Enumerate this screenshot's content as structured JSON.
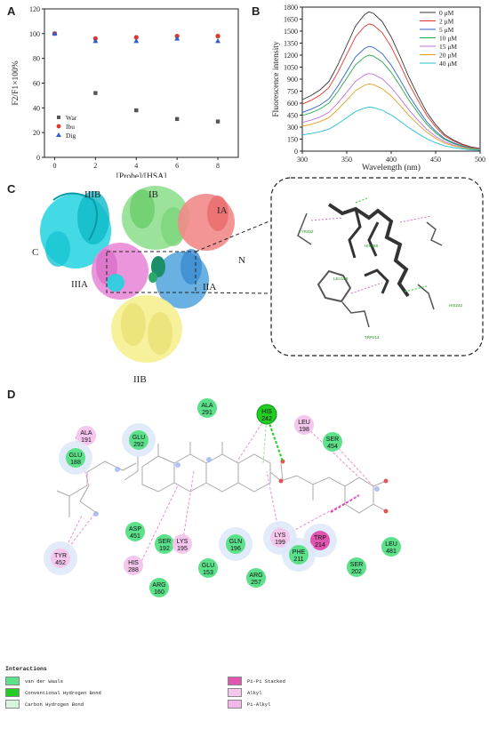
{
  "panels": {
    "a": "A",
    "b": "B",
    "c": "C",
    "d": "D"
  },
  "chart_data": [
    {
      "type": "scatter",
      "panel": "A",
      "xlabel": "[Probe]/[HSA]",
      "ylabel": "F2/F1×100%",
      "xlim": [
        -0.5,
        9
      ],
      "ylim": [
        0,
        120
      ],
      "xticks": [
        0,
        2,
        4,
        6,
        8
      ],
      "yticks": [
        0,
        20,
        40,
        60,
        80,
        100,
        120
      ],
      "legend_position": "bottom-left",
      "series": [
        {
          "name": "War",
          "color": "#555555",
          "marker": "square",
          "x": [
            0,
            2,
            4,
            6,
            8
          ],
          "y": [
            100,
            52,
            38,
            31,
            29
          ]
        },
        {
          "name": "Ibu",
          "color": "#e0362b",
          "marker": "circle",
          "x": [
            0,
            2,
            4,
            6,
            8
          ],
          "y": [
            100,
            96,
            97,
            98,
            98
          ]
        },
        {
          "name": "Dig",
          "color": "#2f5fd0",
          "marker": "triangle",
          "x": [
            0,
            2,
            4,
            6,
            8
          ],
          "y": [
            100,
            94,
            94,
            96,
            94
          ]
        }
      ]
    },
    {
      "type": "line",
      "panel": "B",
      "xlabel": "Wavelength (nm)",
      "ylabel": "Fluorescence intensity",
      "xlim": [
        300,
        500
      ],
      "ylim": [
        0,
        1800
      ],
      "xticks": [
        300,
        350,
        400,
        450,
        500
      ],
      "yticks": [
        0,
        150,
        300,
        450,
        600,
        750,
        900,
        1050,
        1200,
        1350,
        1500,
        1650,
        1800
      ],
      "legend_position": "top-right",
      "x": [
        300,
        310,
        320,
        330,
        340,
        350,
        360,
        370,
        375,
        380,
        390,
        400,
        410,
        420,
        430,
        440,
        450,
        460,
        470,
        480,
        490,
        500
      ],
      "series": [
        {
          "name": "0 μM",
          "color": "#333333",
          "peak": 1740
        },
        {
          "name": "2 μM",
          "color": "#e0362b",
          "peak": 1590
        },
        {
          "name": "5 μM",
          "color": "#2f5fd0",
          "peak": 1310
        },
        {
          "name": "10 μM",
          "color": "#2aa84a",
          "peak": 1200
        },
        {
          "name": "15 μM",
          "color": "#c070e0",
          "peak": 970
        },
        {
          "name": "20 μM",
          "color": "#e0a020",
          "peak": 840
        },
        {
          "name": "40 μM",
          "color": "#20c0d0",
          "peak": 550
        }
      ],
      "shape": [
        0.37,
        0.4,
        0.44,
        0.5,
        0.62,
        0.76,
        0.9,
        0.98,
        1.0,
        0.99,
        0.93,
        0.82,
        0.68,
        0.53,
        0.4,
        0.28,
        0.19,
        0.12,
        0.08,
        0.05,
        0.03,
        0.02
      ]
    }
  ],
  "protein": {
    "domains": [
      "IIIB",
      "IB",
      "IA",
      "C",
      "N",
      "IIIA",
      "IIA",
      "IIB"
    ],
    "ligand_labels": [
      "TYR452",
      "HIS288",
      "LEU198",
      "HIS242",
      "TRP214"
    ]
  },
  "diagram": {
    "residues": [
      {
        "name": "ALA",
        "num": "291",
        "type": "vdw"
      },
      {
        "name": "HIS",
        "num": "242",
        "type": "hbond"
      },
      {
        "name": "ALA",
        "num": "191",
        "type": "alkyl"
      },
      {
        "name": "GLU",
        "num": "292",
        "type": "vdw"
      },
      {
        "name": "LEU",
        "num": "198",
        "type": "alkyl"
      },
      {
        "name": "SER",
        "num": "454",
        "type": "vdw"
      },
      {
        "name": "GLU",
        "num": "188",
        "type": "vdw"
      },
      {
        "name": "ASP",
        "num": "451",
        "type": "vdw"
      },
      {
        "name": "SER",
        "num": "192",
        "type": "vdw"
      },
      {
        "name": "LYS",
        "num": "195",
        "type": "alkyl"
      },
      {
        "name": "GLN",
        "num": "196",
        "type": "vdw"
      },
      {
        "name": "LYS",
        "num": "199",
        "type": "alkyl"
      },
      {
        "name": "TRP",
        "num": "214",
        "type": "pipi"
      },
      {
        "name": "LEU",
        "num": "481",
        "type": "vdw"
      },
      {
        "name": "PHE",
        "num": "211",
        "type": "vdw"
      },
      {
        "name": "TYR",
        "num": "452",
        "type": "alkyl"
      },
      {
        "name": "HIS",
        "num": "288",
        "type": "alkyl"
      },
      {
        "name": "GLU",
        "num": "153",
        "type": "vdw"
      },
      {
        "name": "ARG",
        "num": "257",
        "type": "vdw"
      },
      {
        "name": "SER",
        "num": "202",
        "type": "vdw"
      },
      {
        "name": "ARG",
        "num": "160",
        "type": "vdw"
      }
    ]
  },
  "legend": {
    "title": "Interactions",
    "items": [
      {
        "label": "van der Waals",
        "color": "#5ce08a"
      },
      {
        "label": "Conventional Hydrogen Bond",
        "color": "#22cc22"
      },
      {
        "label": "Carbon Hydrogen Bond",
        "color": "#d8f5dc"
      },
      {
        "label": "Pi-Pi Stacked",
        "color": "#e055b0"
      },
      {
        "label": "Alkyl",
        "color": "#f5c6ee"
      },
      {
        "label": "Pi-Alkyl",
        "color": "#f0b8ea"
      }
    ]
  }
}
